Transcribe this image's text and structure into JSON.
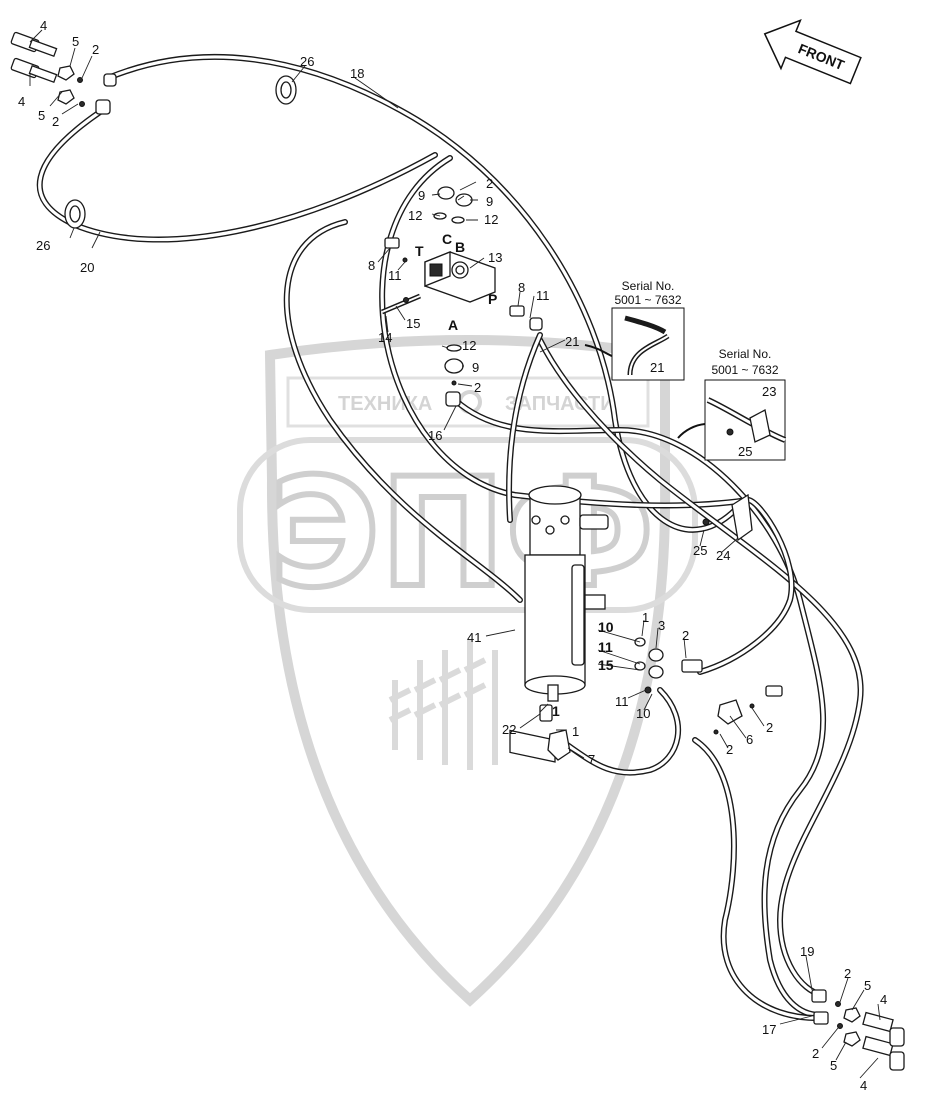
{
  "diagram": {
    "front_label": "FRONT",
    "watermark": {
      "logo_letters": "ЭПФ",
      "left_text": "ТЕХНИКА",
      "right_text": "ЗАПЧАСТИ"
    },
    "ports": [
      "T",
      "C",
      "B",
      "P",
      "A"
    ],
    "insets": [
      {
        "serial_label": "Serial No.",
        "serial_range": "5001 ~ 7632",
        "callouts": [
          "21"
        ]
      },
      {
        "serial_label": "Serial No.",
        "serial_range": "5001 ~ 7632",
        "callouts": [
          "23",
          "25"
        ]
      }
    ],
    "callouts": [
      "4",
      "5",
      "2",
      "4",
      "5",
      "2",
      "26",
      "18",
      "26",
      "20",
      "2",
      "9",
      "9",
      "12",
      "12",
      "8",
      "11",
      "13",
      "8",
      "11",
      "15",
      "14",
      "12",
      "9",
      "2",
      "16",
      "21",
      "25",
      "24",
      "1",
      "3",
      "2",
      "10",
      "11",
      "15",
      "41",
      "1",
      "22",
      "1",
      "7",
      "11",
      "10",
      "2",
      "6",
      "2",
      "19",
      "2",
      "5",
      "4",
      "17",
      "2",
      "5",
      "4"
    ],
    "colors": {
      "line": "#1a1a1a",
      "watermark": "#d6d6d6",
      "background": "#ffffff"
    }
  }
}
